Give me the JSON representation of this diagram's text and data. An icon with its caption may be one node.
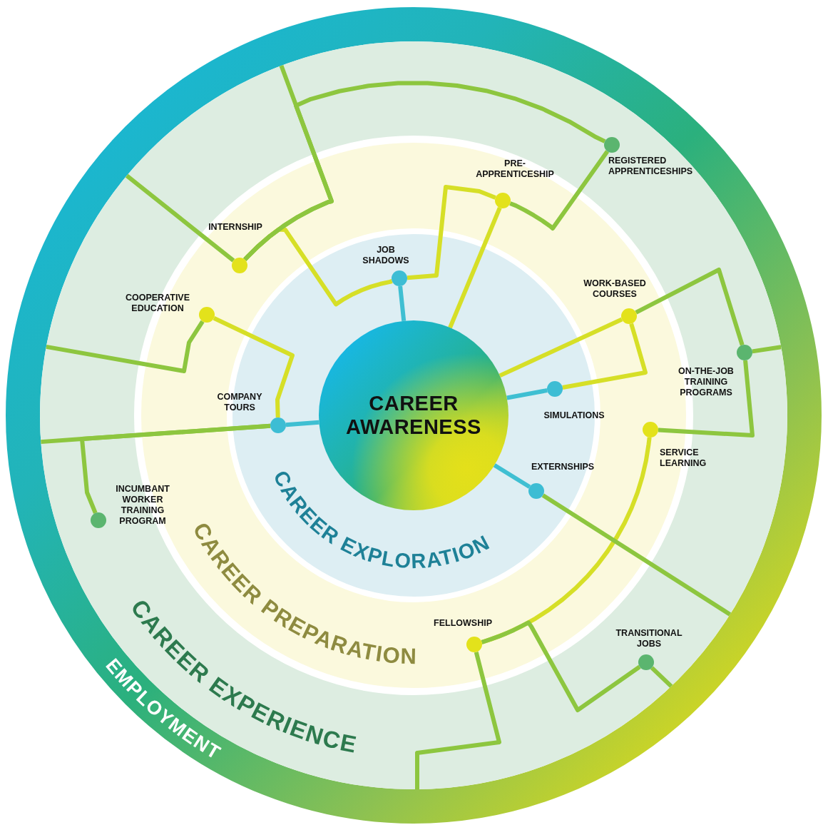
{
  "diagram": {
    "nodes": [
      {
        "text": [
          "EMPLOYMENT"
        ]
      },
      {
        "text": [
          "CAREER EXPERIENCE"
        ],
        "in": 0
      },
      {
        "text": [
          "CAREER PREPARATION"
        ],
        "in": 1
      },
      {
        "text": [
          "CAREER EXPLORATION"
        ],
        "in": 2
      },
      {
        "text": [
          "CAREER AWARENESS"
        ],
        "in": 3
      },
      {
        "text": [],
        "shape": "circle",
        "in": 3,
        "beside": [
          "JOB SHADOWS"
        ]
      },
      {
        "text": [],
        "shape": "circle",
        "in": 3,
        "beside": [
          "COMPANY TOURS"
        ]
      },
      {
        "text": [],
        "shape": "circle",
        "in": 3,
        "beside": [
          "SIMULATIONS"
        ]
      },
      {
        "text": [],
        "shape": "circle",
        "in": 3,
        "beside": [
          "EXTERNSHIPS"
        ]
      },
      {
        "text": [],
        "shape": "circle",
        "in": 2,
        "beside": [
          "PRE- APPRENTICESHIP"
        ]
      },
      {
        "text": [],
        "shape": "circle",
        "in": 2,
        "beside": [
          "WORK-BASED COURSES"
        ]
      },
      {
        "text": [],
        "shape": "circle",
        "in": 2,
        "beside": [
          "INTERNSHIP"
        ]
      },
      {
        "text": [],
        "shape": "circle",
        "in": 2,
        "beside": [
          "COOPERATIVE EDUCATION"
        ]
      },
      {
        "text": [],
        "shape": "circle",
        "in": 2,
        "beside": [
          "SERVICE LEARNING"
        ]
      },
      {
        "text": [],
        "shape": "circle",
        "in": 2,
        "beside": [
          "FELLOWSHIP"
        ]
      },
      {
        "text": [],
        "shape": "circle",
        "in": 1,
        "beside": [
          "REGISTERED APPRENTICESHIPS"
        ]
      },
      {
        "text": [],
        "shape": "circle",
        "in": 1,
        "beside": [
          "ON-THE-JOB TRAINING PROGRAMS"
        ]
      },
      {
        "text": [],
        "shape": "circle",
        "in": 1,
        "beside": [
          "INCUMBANT WORKER TRAINING PROGRAM"
        ]
      },
      {
        "text": [],
        "shape": "circle",
        "in": 1,
        "beside": [
          "TRANSITIONAL JOBS"
        ]
      }
    ],
    "edges": [
      {
        "from": 4,
        "to": 5,
        "arrow": "none",
        "color": "#3fbfd2"
      },
      {
        "from": 4,
        "to": 6,
        "arrow": "none",
        "color": "#3fbfd2"
      },
      {
        "from": 4,
        "to": 7,
        "arrow": "none",
        "color": "#3fbfd2"
      },
      {
        "from": 4,
        "to": 8,
        "arrow": "none",
        "color": "#3fbfd2"
      },
      {
        "from": 4,
        "to": 9,
        "arrow": "none",
        "color": "#d6df27"
      },
      {
        "from": 4,
        "to": 10,
        "arrow": "none",
        "color": "#d6df27"
      },
      {
        "from": 5,
        "to": 11,
        "arrow": "none",
        "color": "#d6df27"
      },
      {
        "from": 5,
        "to": 9,
        "arrow": "none",
        "color": "#d6df27"
      },
      {
        "from": 6,
        "to": 12,
        "arrow": "none",
        "color": "#d6df27"
      },
      {
        "from": 6,
        "to": 17,
        "arrow": "none"
      },
      {
        "from": 9,
        "to": 15,
        "arrow": "none"
      },
      {
        "from": 11,
        "to": 15,
        "arrow": "none"
      },
      {
        "from": 7,
        "to": 10,
        "arrow": "none",
        "color": "#d6df27"
      },
      {
        "from": 10,
        "to": 16,
        "arrow": "none"
      },
      {
        "from": 16,
        "to": 13,
        "arrow": "none"
      },
      {
        "from": 13,
        "to": 14,
        "arrow": "none",
        "color": "#d6df27"
      },
      {
        "from": 14,
        "to": 18,
        "arrow": "none"
      },
      {
        "from": 8,
        "to": 0,
        "arrow": "none"
      },
      {
        "from": 18,
        "to": 0,
        "arrow": "none"
      },
      {
        "from": 14,
        "to": 0,
        "arrow": "none"
      },
      {
        "from": 16,
        "to": 0,
        "arrow": "none"
      },
      {
        "from": 11,
        "to": 0,
        "arrow": "none"
      },
      {
        "from": 12,
        "to": 0,
        "arrow": "none"
      },
      {
        "from": 6,
        "to": 0,
        "arrow": "none"
      },
      {
        "from": 11,
        "to": 0,
        "arrow": "none"
      }
    ]
  }
}
